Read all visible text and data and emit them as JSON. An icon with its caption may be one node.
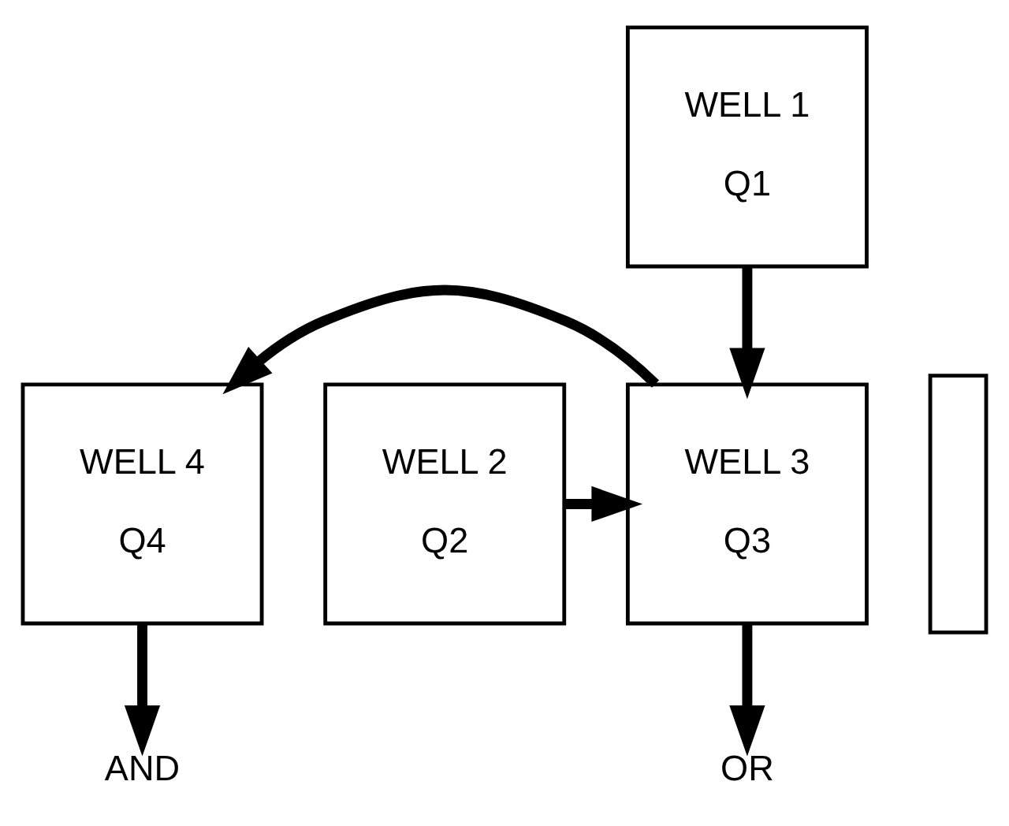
{
  "diagram": {
    "nodes": [
      {
        "text": [
          "WELL 1",
          "Q1"
        ]
      },
      {
        "text": [
          "WELL 2",
          "Q2"
        ]
      },
      {
        "text": [
          "WELL 3",
          "Q3"
        ]
      },
      {
        "text": [],
        "shape": "bar"
      },
      {
        "text": [
          "WELL 4",
          "Q4"
        ]
      },
      {
        "text": [
          "OR"
        ]
      },
      {
        "text": [
          "AND"
        ]
      }
    ],
    "edges": [
      {
        "from": 0,
        "to": 2,
        "arrow": "to"
      },
      {
        "from": 1,
        "to": 2,
        "arrow": "to"
      },
      {
        "from": 2,
        "to": 4,
        "arrow": "to"
      },
      {
        "from": 2,
        "to": 5,
        "arrow": "to"
      },
      {
        "from": 4,
        "to": 6,
        "arrow": "to"
      }
    ]
  }
}
